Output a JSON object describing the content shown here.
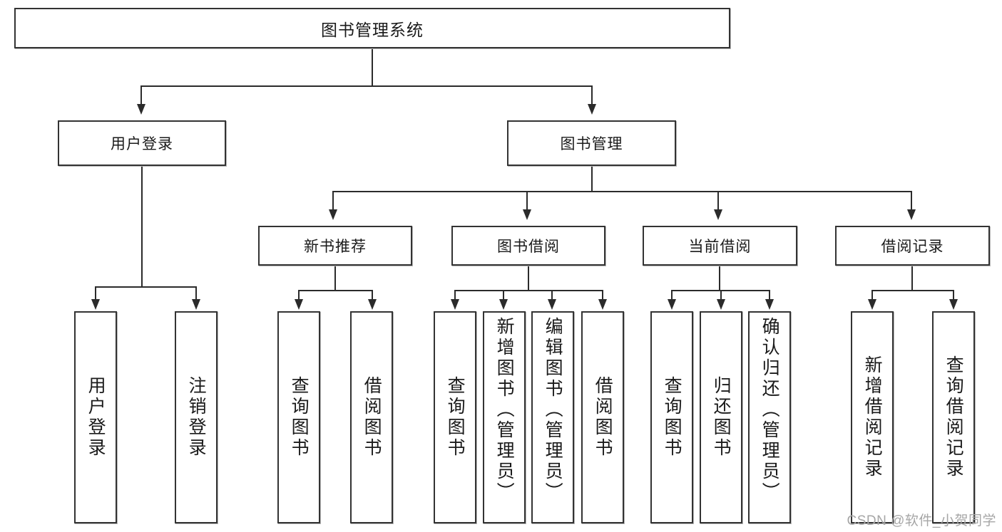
{
  "diagram": {
    "title": "图书管理系统",
    "type": "function-structure-tree",
    "watermark": "CSDN @软件_小贺同学",
    "colors": {
      "box_border": "#333333",
      "box_fill": "#ffffff",
      "connector": "#2b2b2b",
      "text": "#1a1a1a",
      "watermark": "#a6a6a6",
      "background": "#ffffff"
    },
    "root": {
      "label": "图书管理系统"
    },
    "level2": [
      {
        "label": "用户登录"
      },
      {
        "label": "图书管理"
      }
    ],
    "level3": [
      {
        "label": "新书推荐"
      },
      {
        "label": "图书借阅"
      },
      {
        "label": "当前借阅"
      },
      {
        "label": "借阅记录"
      }
    ],
    "leaves": {
      "user_login": [
        {
          "label": "用户登录"
        },
        {
          "label": "注销登录"
        }
      ],
      "new_book_recommend": [
        {
          "label": "查询图书"
        },
        {
          "label": "借阅图书"
        }
      ],
      "book_borrow": [
        {
          "label": "查询图书"
        },
        {
          "label": "新增图书（管理员）"
        },
        {
          "label": "编辑图书（管理员）"
        },
        {
          "label": "借阅图书"
        }
      ],
      "current_borrow": [
        {
          "label": "查询图书"
        },
        {
          "label": "归还图书"
        },
        {
          "label": "确认归还（管理员）"
        }
      ],
      "borrow_record": [
        {
          "label": "新增借阅记录"
        },
        {
          "label": "查询借阅记录"
        }
      ]
    }
  }
}
